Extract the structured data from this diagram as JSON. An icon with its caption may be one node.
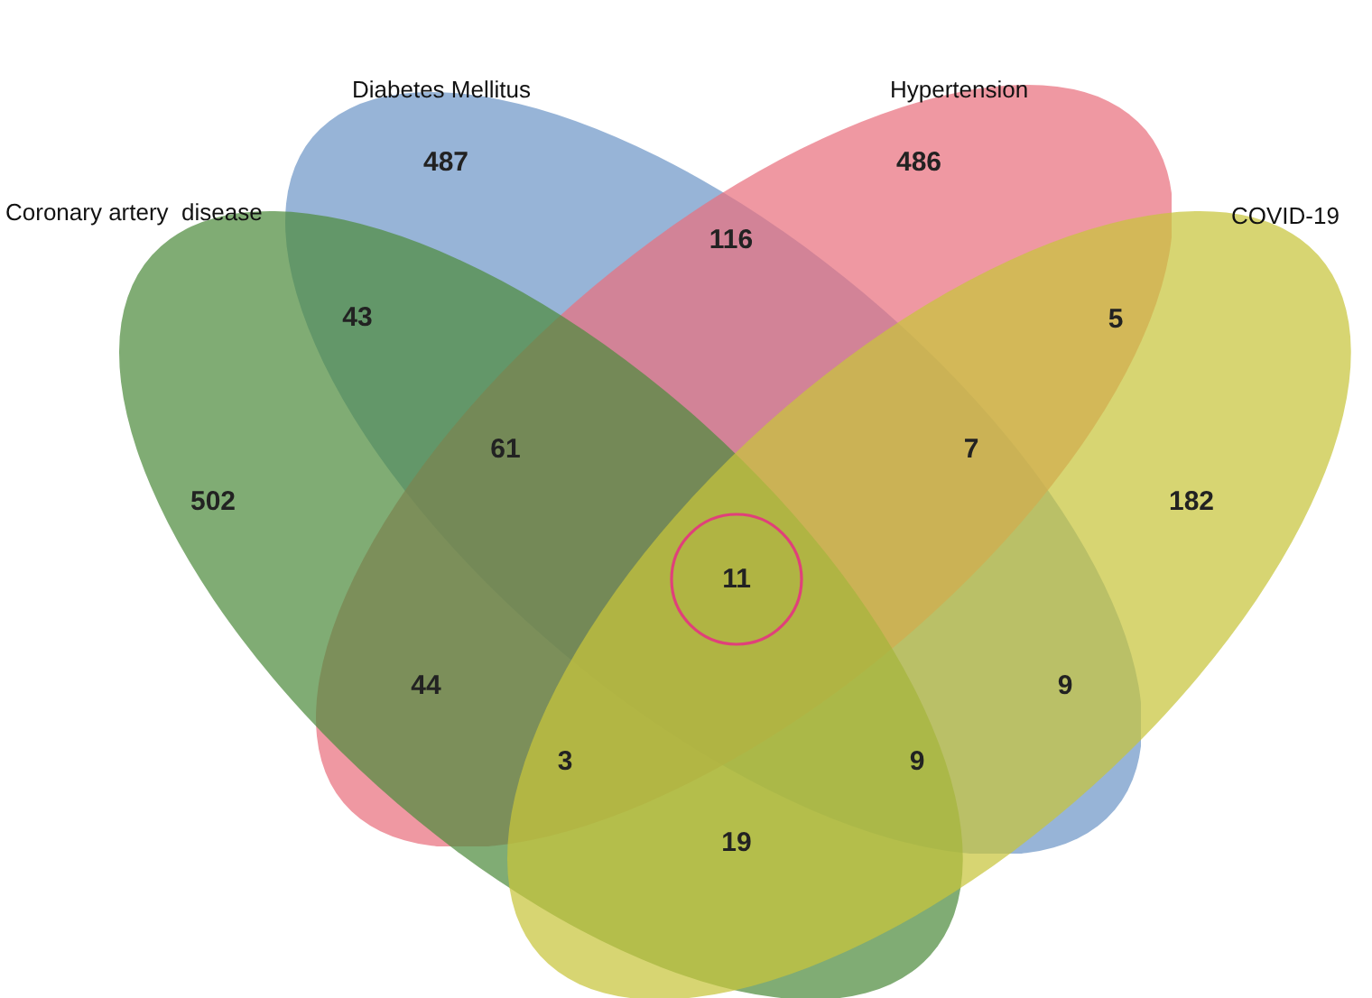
{
  "diagram": {
    "nodes": [
      {
        "text": [
          "Diabetes Mellitus"
        ]
      },
      {
        "text": [
          "Hypertension"
        ]
      },
      {
        "text": [
          "Coronary artery  disease"
        ]
      },
      {
        "text": [
          "COVID-19"
        ]
      },
      {
        "text": [
          "11"
        ]
      }
    ],
    "edges": [],
    "labels": [
      "487",
      "486",
      "116",
      "43",
      "5",
      "61",
      "7",
      "502",
      "182",
      "44",
      "9",
      "3",
      "9",
      "19"
    ]
  }
}
